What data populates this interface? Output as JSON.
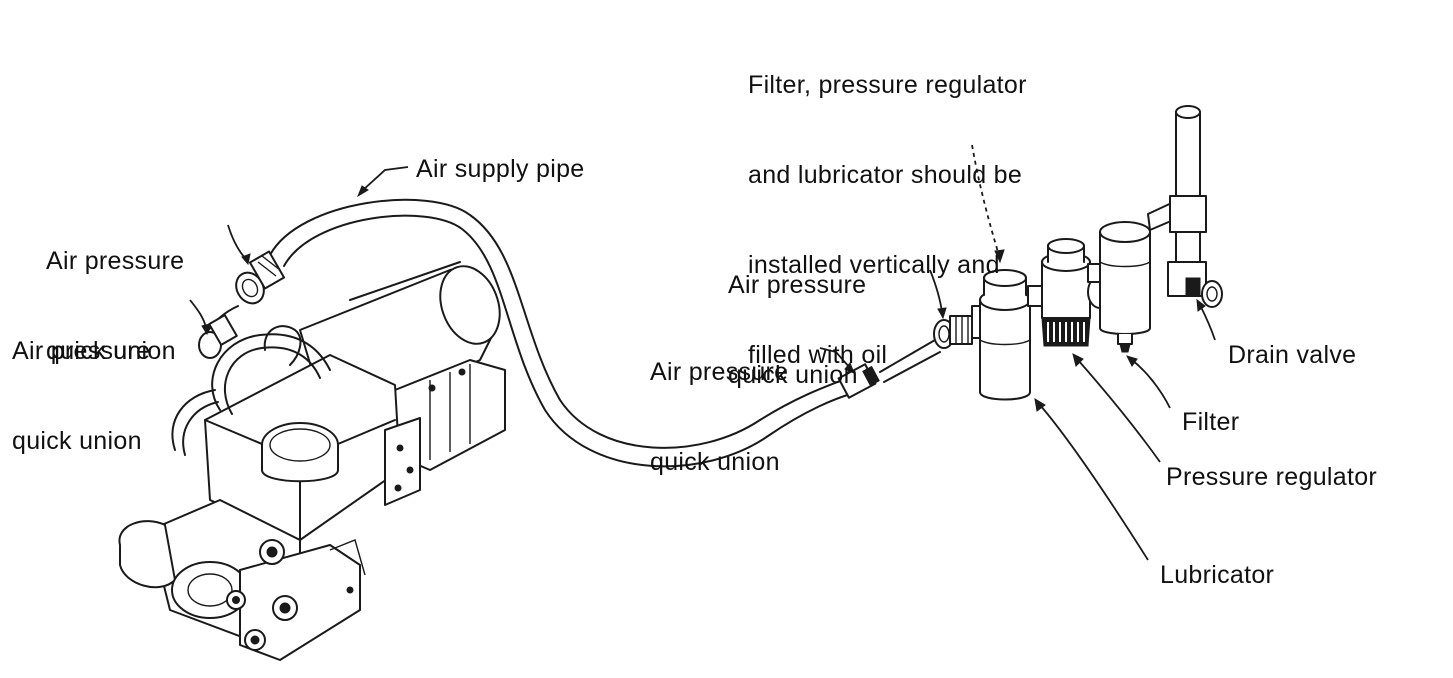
{
  "diagram": {
    "labels": {
      "note": [
        "Filter, pressure regulator",
        "and lubricator should be",
        "installed vertically and",
        "filled with oil"
      ],
      "air_supply_pipe": "Air supply pipe",
      "quick_union_upper_left": [
        "Air pressure",
        "quick union"
      ],
      "quick_union_lower_left": [
        "Air pressure",
        "quick union"
      ],
      "quick_union_right_upper": [
        "Air pressure",
        "quick union"
      ],
      "quick_union_right_lower": [
        "Air pressure",
        "quick union"
      ],
      "drain_valve": "Drain valve",
      "filter": "Filter",
      "pressure_regulator": "Pressure regulator",
      "lubricator": "Lubricator"
    },
    "colors": {
      "ink": "#1a1a1a",
      "background": "#ffffff"
    }
  }
}
